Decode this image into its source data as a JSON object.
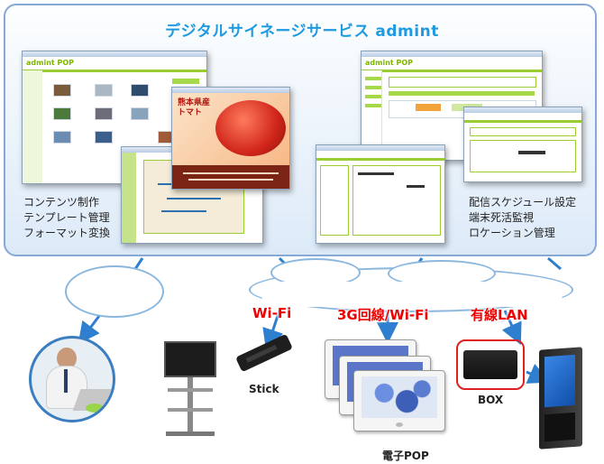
{
  "service": {
    "title": "デジタルサイネージサービス admint",
    "left_features": [
      "コンテンツ制作",
      "テンプレート管理",
      "フォーマット変換"
    ],
    "right_features": [
      "配信スケジュール設定",
      "端末死活監視",
      "ロケーション管理"
    ]
  },
  "screens": {
    "app_logo": "admint POP",
    "promo_title": "熊本県産\nトマト"
  },
  "networks": {
    "wifi": "Wi-Fi",
    "mobile": "3G回線/Wi-Fi",
    "lan": "有線LAN"
  },
  "devices": {
    "stick": "Stick",
    "box": "BOX",
    "epop": "電子POP"
  },
  "colors": {
    "title": "#1e9be0",
    "accent_green": "#9acd32",
    "network_label": "#ee0000",
    "arrow": "#2f7fd0",
    "panel_border": "#86a9d6"
  }
}
